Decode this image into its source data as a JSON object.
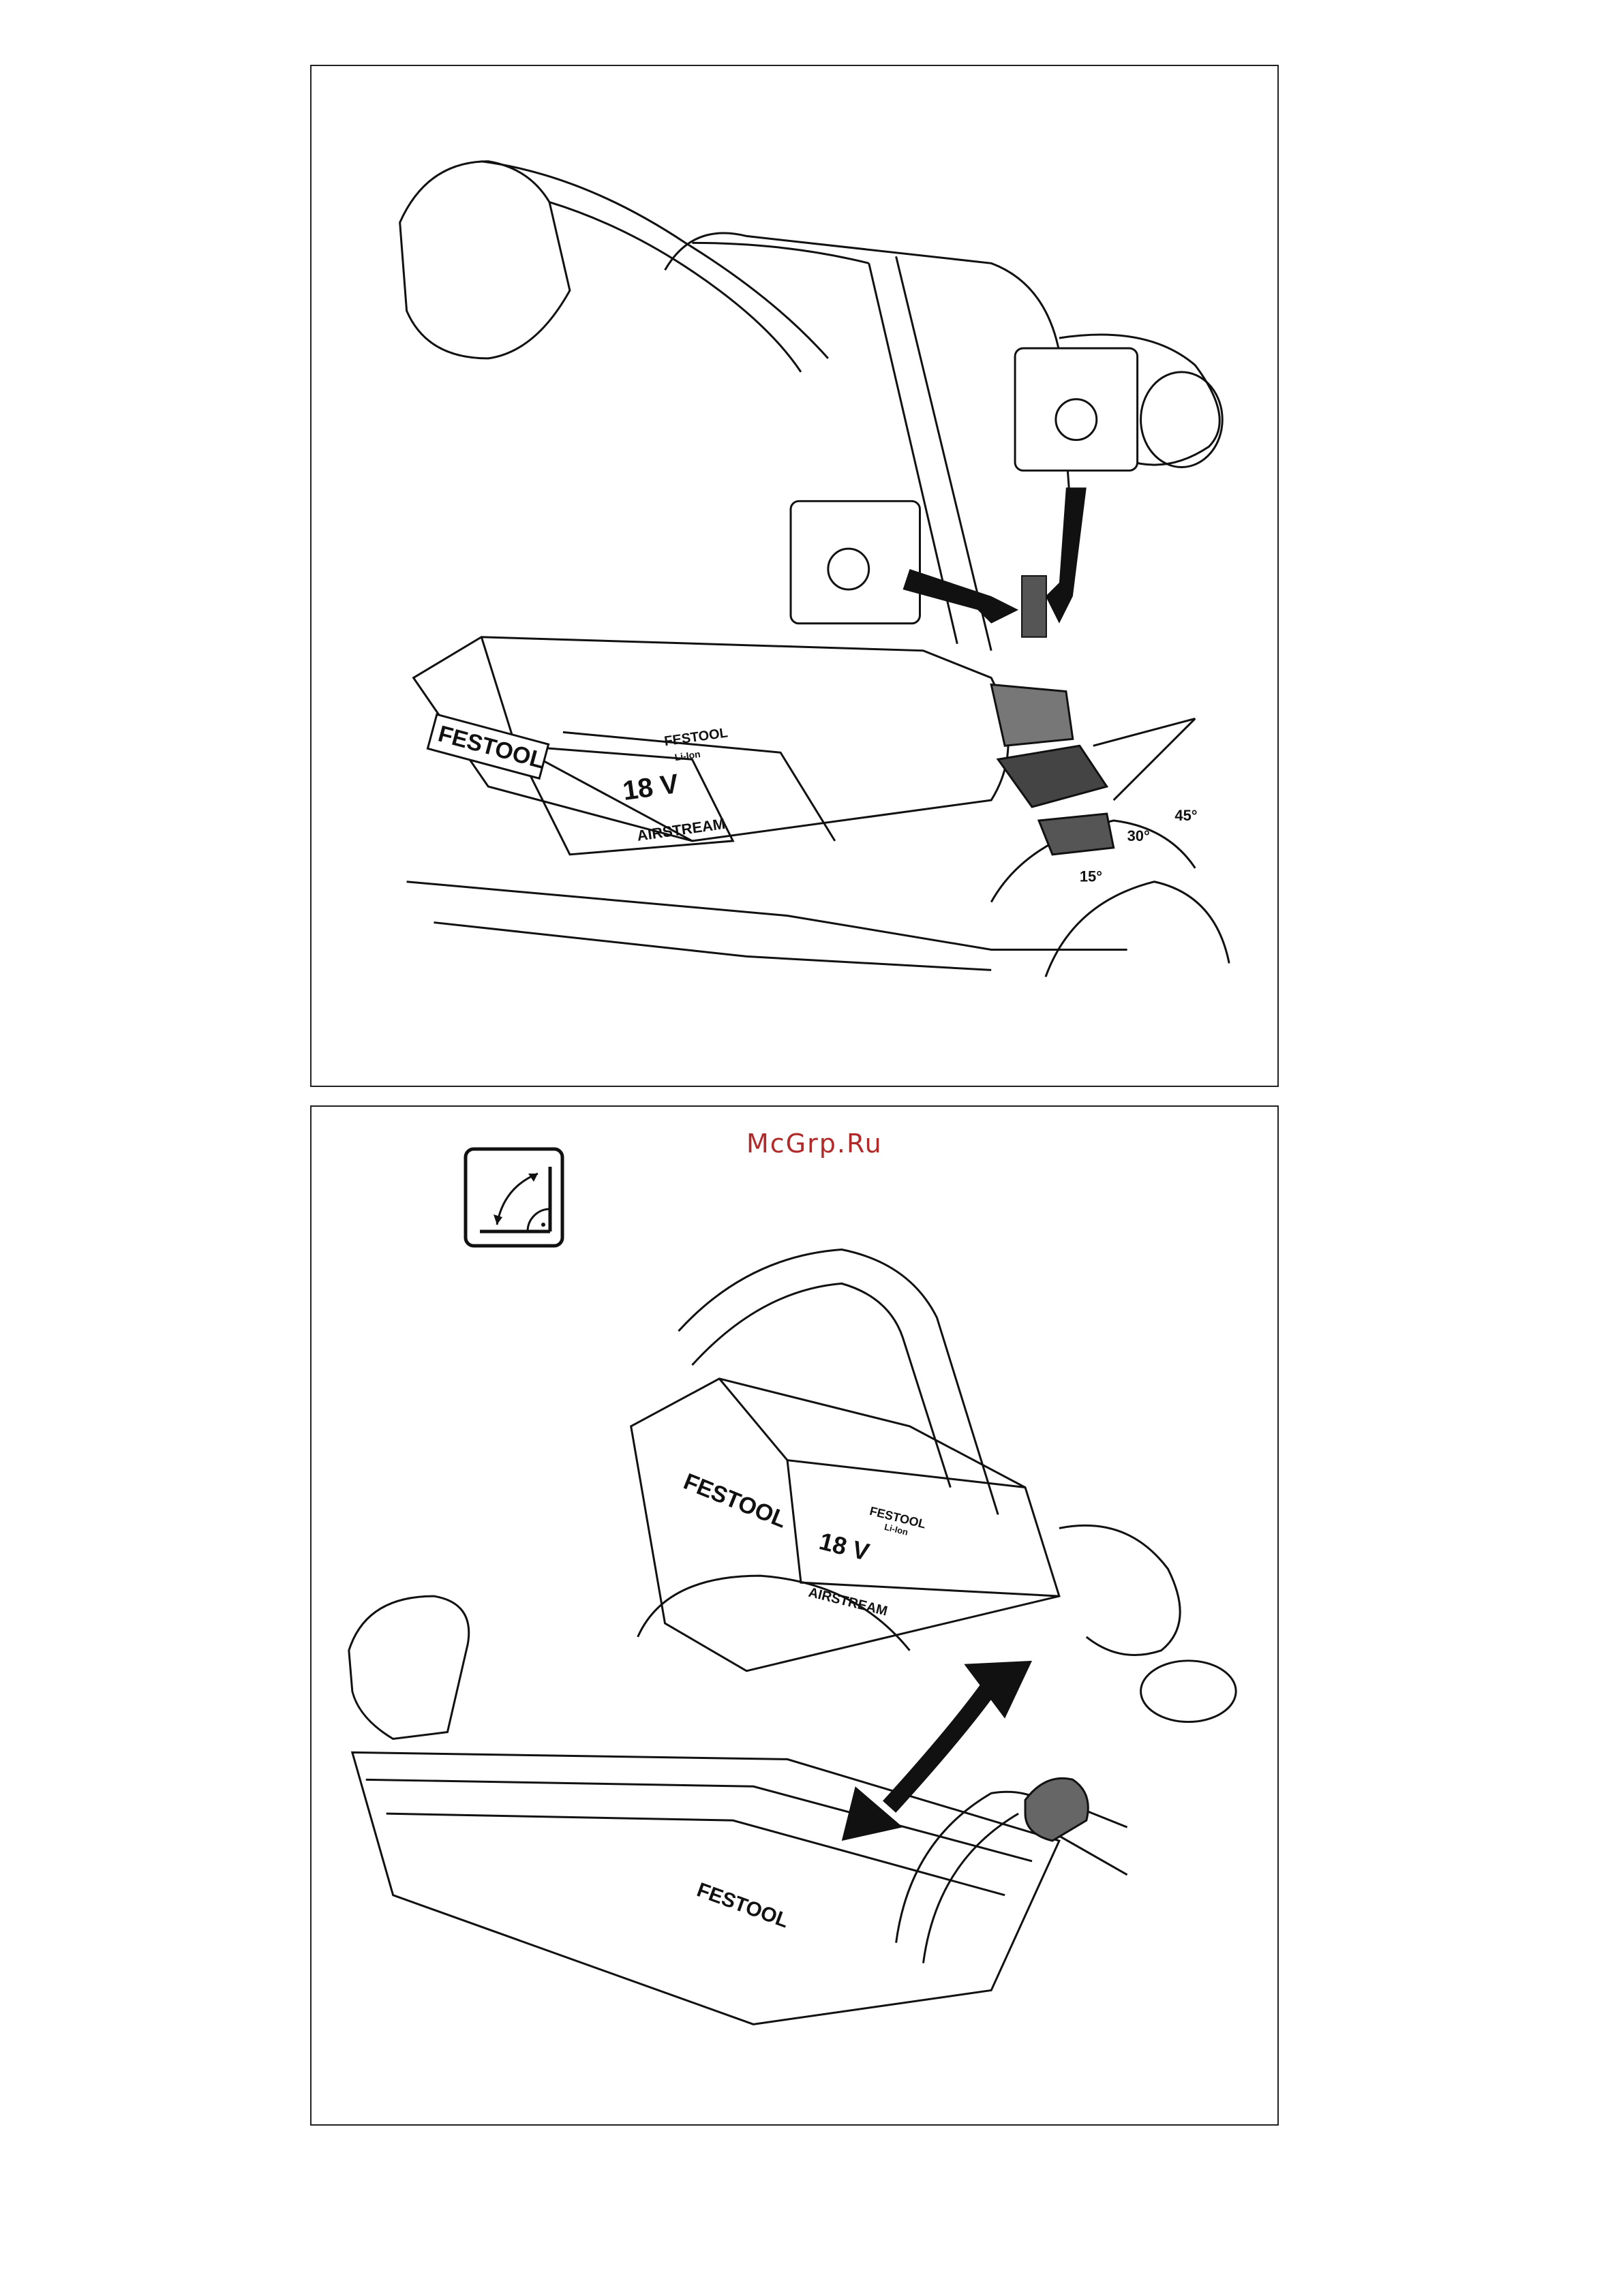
{
  "watermark": {
    "text": "McGrp.Ru"
  },
  "figure_top": {
    "brand": "FESTOOL",
    "voltage": "18 V",
    "airflow": "AIRSTREAM",
    "battery_brand": "FESTOOL",
    "battery_sub": "Li-Ion",
    "scale_marks": [
      "15°",
      "30°",
      "45°"
    ]
  },
  "figure_bottom": {
    "brand": "FESTOOL",
    "voltage": "18 V",
    "airflow": "AIRSTREAM",
    "base_brand": "FESTOOL",
    "battery_brand": "FESTOOL",
    "battery_sub": "Li-Ion"
  },
  "icons": {
    "angle_icon": "bevel-angle-icon"
  }
}
